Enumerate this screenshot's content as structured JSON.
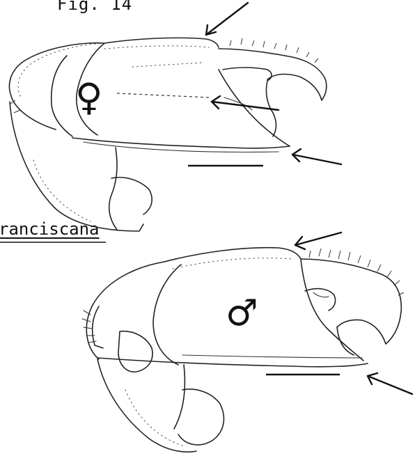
{
  "figure": {
    "label": "Fig. 14",
    "species_label": "ranciscana"
  },
  "specimens": [
    {
      "id": "female-claw",
      "sex_symbol": "♀"
    },
    {
      "id": "male-claw",
      "sex_symbol": "♂"
    }
  ],
  "colors": {
    "ink": "#222222",
    "background": "#ffffff"
  }
}
